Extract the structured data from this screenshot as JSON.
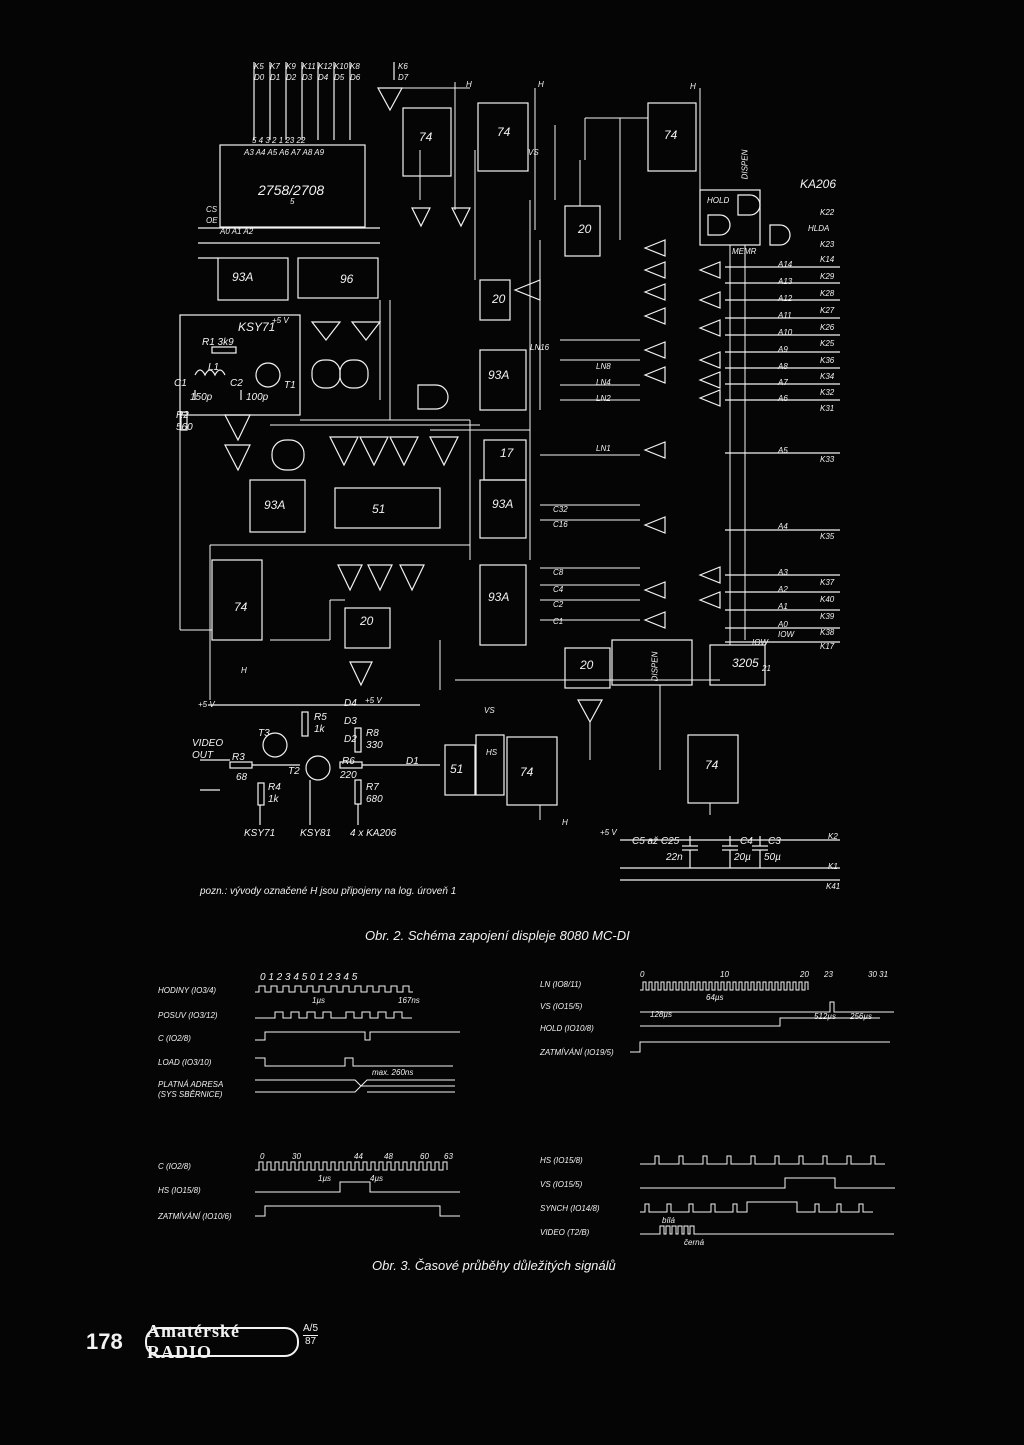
{
  "colors": {
    "background": "#050505",
    "ink": "#f2f2f2"
  },
  "schematic": {
    "chips": {
      "eprom": "2758/2708",
      "eprom_pin": "5",
      "counter_93a_1": "93A",
      "counter_96": "96",
      "transistor_t1": "KSY71",
      "r1": "R1 3k9",
      "l1": "L1",
      "c1": "C1",
      "c2": "C2",
      "c1_val": "150p",
      "c2_val": "100p",
      "r2": "R2",
      "r2_val": "560",
      "t1": "T1",
      "counter_93a_2": "93A",
      "nand_51": "51",
      "ff_74_top1": "74",
      "ff_74_top2": "74",
      "ff_74_top3": "74",
      "ff_74_left": "74",
      "ff_74_bottom": "74",
      "ff_74_right": "74",
      "gate_20_top": "20",
      "gate_20_mid": "20",
      "gate_20_bottom": "20",
      "gate_20_right": "20",
      "counter_93a_3": "93A",
      "counter_93a_4": "93A",
      "counter_93a_5": "93A",
      "chip_17": "17",
      "chip_3205": "3205",
      "chip_3205_pin": "21",
      "ka206": "KA206",
      "hold": "HOLD",
      "hlda": "HLDA",
      "memr": "MEMR",
      "ior": "IOW",
      "dispen": "DISPEN",
      "vs": "VS",
      "hs": "HS",
      "video_out": "VIDEO OUT",
      "plus5v": "+5 V",
      "t2": "T2",
      "t3": "T3",
      "r3": "R3",
      "r3_val": "68",
      "r4": "R4",
      "r4_val": "1k",
      "r5": "R5",
      "r5_val": "1k",
      "r6": "R6",
      "r6_val": "220",
      "r7": "R7",
      "r7_val": "680",
      "r8": "R8",
      "r8_val": "330",
      "d1": "D1",
      "d2": "D2",
      "d3": "D3",
      "d4": "D4",
      "ksy71": "KSY71",
      "ksy81": "KSY81",
      "ka206_count": "4 x KA206",
      "caps": "C5 až C25",
      "cap_val_1": "22n",
      "c4": "C4",
      "c4_val": "20µ",
      "c3": "C3",
      "c3_val": "50µ",
      "h": "H"
    },
    "top_pins": [
      "K5",
      "K7",
      "K9",
      "K11",
      "K12",
      "K10",
      "K8",
      "K6"
    ],
    "top_data": [
      "D0",
      "D1",
      "D2",
      "D3",
      "D4",
      "D5",
      "D6",
      "D7"
    ],
    "eprom_addr": "A3 A4 A5 A6 A7 A8 A9",
    "eprom_pins": "5 4 3 2 1 23 22",
    "signals_left": [
      "CS",
      "OE",
      "A0 A1 A2"
    ],
    "lines_right": [
      "K14",
      "K29",
      "K28",
      "K27",
      "K26",
      "K25",
      "K36",
      "K34",
      "K32",
      "K31"
    ],
    "addr_right": [
      "A14",
      "A13",
      "A12",
      "A11",
      "A10",
      "A9",
      "A8",
      "A7",
      "A6"
    ],
    "right_a5": "A5",
    "right_k33": "K33",
    "right_a4": "A4",
    "right_k35": "K35",
    "right_low": [
      "A3",
      "A2",
      "A1",
      "A0",
      "IOW"
    ],
    "right_low_k": [
      "K37",
      "K40",
      "K39",
      "K38",
      "K17"
    ],
    "right_top": [
      "K22",
      "K23"
    ],
    "ln_labels": [
      "LN8",
      "LN4",
      "LN2",
      "LN1",
      "LN16"
    ],
    "c_labels": [
      "C32",
      "C16",
      "C8",
      "C4",
      "C2",
      "C1"
    ],
    "k2": "K2",
    "k1": "K1",
    "k41": "K41",
    "note": "pozn.: vývody označené H jsou připojeny na log. úroveň 1"
  },
  "captions": {
    "fig2": "Obr. 2. Schéma zapojení displeje 8080 MC-DI",
    "fig3": "Obr. 3. Časové průběhy důležitých signálů"
  },
  "timing_left": {
    "labels": [
      "HODINY (IO3/4)",
      "POSUV (IO3/12)",
      "C (IO2/8)",
      "LOAD (IO3/10)",
      "PLATNÁ ADRESA",
      "(SYS SBĚRNICE)"
    ],
    "count": "0 1 2 3 4 5 0 1 2 3 4 5",
    "t1": "1µs",
    "t2": "167ns",
    "t3": "max. 260ns"
  },
  "timing_right": {
    "labels": [
      "LN (IO8/11)",
      "VS (IO15/5)",
      "HOLD (IO10/8)",
      "ZATMÍVÁNÍ (IO19/5)"
    ],
    "count_0": "0",
    "count_10": "10",
    "count_20": "20",
    "count_23": "23",
    "count_3031": "30 31",
    "t1": "64µs",
    "t2": "128µs",
    "t3": "512µs",
    "t4": "256µs"
  },
  "timing_bottom_left": {
    "labels": [
      "C (IO2/8)",
      "HS (IO15/8)",
      "ZATMÍVÁNÍ (IO10/6)"
    ],
    "count": [
      "0",
      "30",
      "44",
      "48",
      "60",
      "63"
    ],
    "t1": "1µs",
    "t2": "4µs"
  },
  "timing_bottom_right": {
    "labels": [
      "HS (IO15/8)",
      "VS (IO15/5)",
      "SYNCH (IO14/8)",
      "VIDEO (T2/B)"
    ],
    "bila": "bílá",
    "cerna": "černá"
  },
  "footer": {
    "page_number": "178",
    "logo": "Amatérské RADIO",
    "issue_top": "A/5",
    "issue_bottom": "87"
  }
}
